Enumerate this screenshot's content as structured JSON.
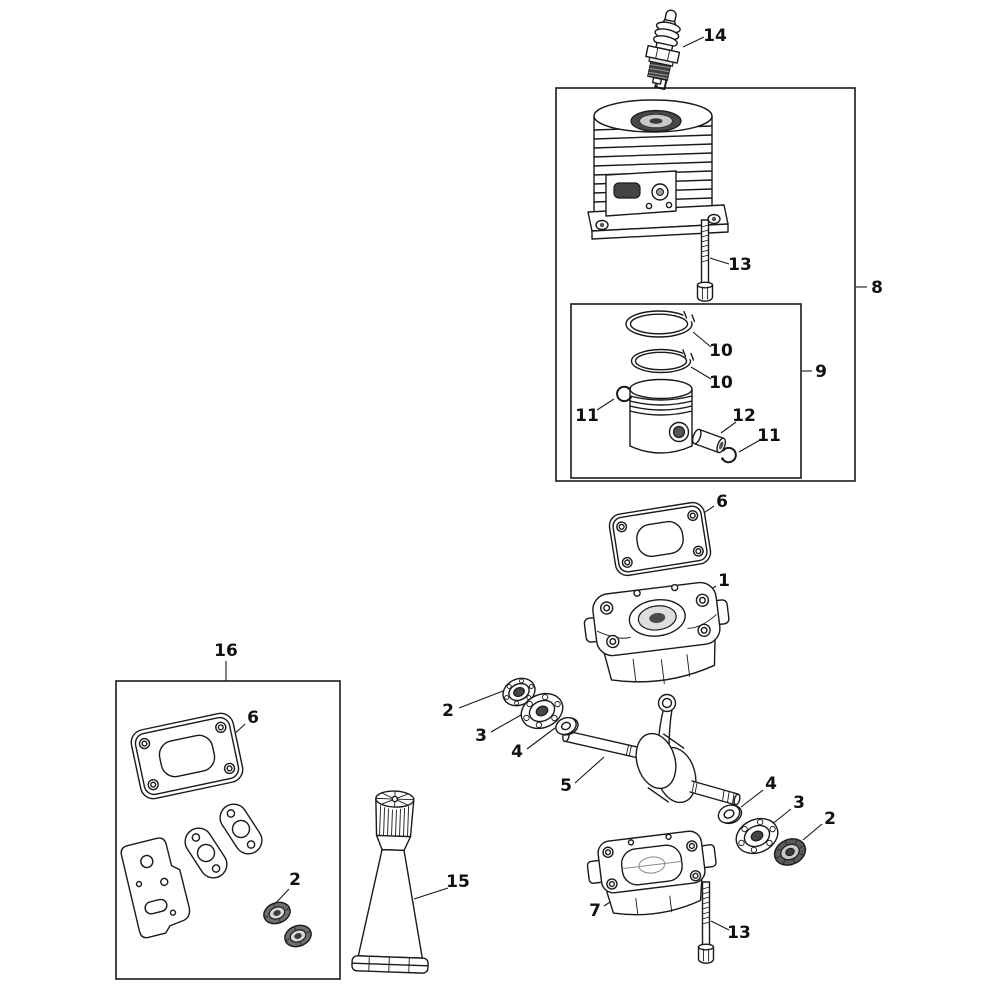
{
  "diagram": {
    "description": "Exploded engine parts diagram: cylinder, piston and crankcase assembly",
    "colors": {
      "line": "#1a1a1a",
      "dark_fill": "#454545",
      "background": "#ffffff"
    },
    "callouts": {
      "spark_plug": "14",
      "cylinder_box": "8",
      "cylinder_bolt": "13",
      "piston_box": "9",
      "piston_ring_top": "10",
      "piston_ring_bottom": "10",
      "circlip_left": "11",
      "wrist_pin": "12",
      "circlip_right": "11",
      "cylinder_gasket": "6",
      "crankcase_upper": "1",
      "bearing_outer_left": "2",
      "bearing_left": "3",
      "washer_left": "4",
      "crankshaft": "5",
      "washer_right": "4",
      "bearing_right": "3",
      "seal_right": "2",
      "crankcase_lower": "7",
      "crankcase_bolt": "13",
      "gasket_set_box": "16",
      "kit_cylinder_gasket": "6",
      "kit_seals": "2",
      "sealant_tube": "15"
    }
  }
}
